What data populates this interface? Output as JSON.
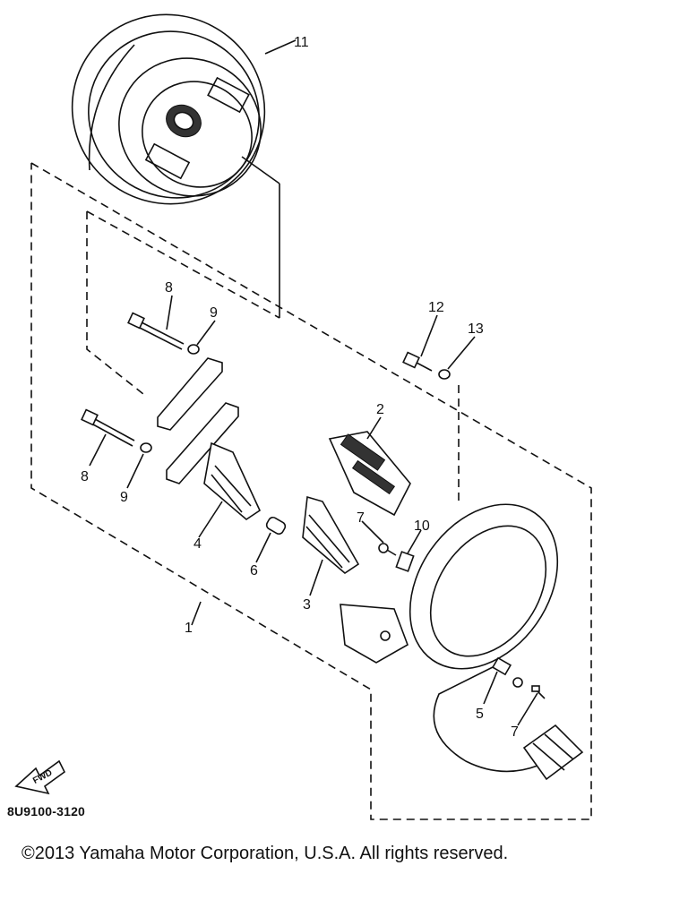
{
  "diagram": {
    "labels": {
      "p1": "1",
      "p2": "2",
      "p3": "3",
      "p4": "4",
      "p5": "5",
      "p6": "6",
      "p7a": "7",
      "p7b": "7",
      "p8a": "8",
      "p8b": "8",
      "p9a": "9",
      "p9b": "9",
      "p10": "10",
      "p11": "11",
      "p12": "12",
      "p13": "13"
    },
    "fwd_label": "FWD",
    "reference_code": "8U9100-3120"
  },
  "footer": {
    "copyright": "©2013 Yamaha Motor Corporation, U.S.A. All rights reserved."
  }
}
